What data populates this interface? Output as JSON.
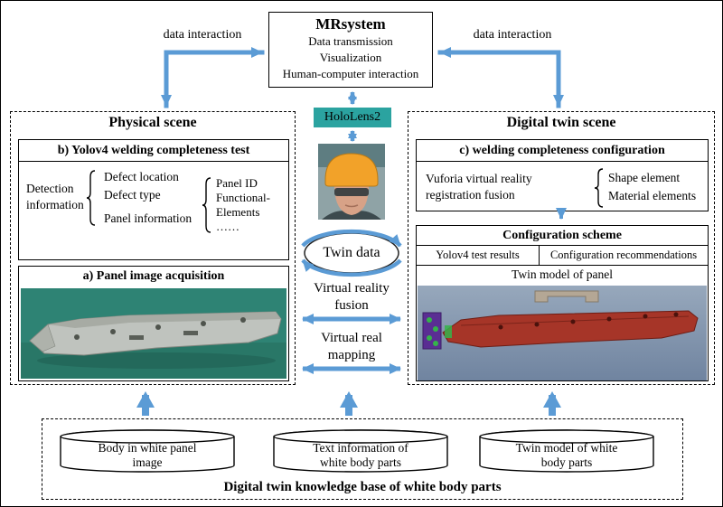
{
  "colors": {
    "accent": "#5B9BD5",
    "hololens-bg": "#2BA3A0",
    "photo-teal": "#2E8374",
    "model-red": "#A63528"
  },
  "mr_system": {
    "title": "MRsystem",
    "line1": "Data transmission",
    "line2": "Visualization",
    "line3": "Human-computer interaction"
  },
  "labels": {
    "data_interaction_left": "data interaction",
    "data_interaction_right": "data interaction",
    "hololens": "HoloLens2",
    "twin_data": "Twin data",
    "vr_fusion_1": "Virtual reality",
    "vr_fusion_2": "fusion",
    "vr_mapping_1": "Virtual real",
    "vr_mapping_2": "mapping"
  },
  "physical_scene": {
    "title": "Physical scene",
    "test_box": {
      "title": "b)  Yolov4 welding completeness test",
      "detect_1": "Detection",
      "detect_2": "information",
      "item_1": "Defect location",
      "item_2": "Defect type",
      "item_3": "Panel information",
      "sub_1": "Panel ID",
      "sub_2": "Functional-",
      "sub_3": "Elements",
      "sub_4": "……"
    },
    "acquisition_box": {
      "title": "a)  Panel image acquisition"
    }
  },
  "digital_scene": {
    "title": "Digital twin scene",
    "config_box": {
      "title": "c) welding completeness configuration",
      "left_1": "Vuforia virtual reality",
      "left_2": "registration fusion",
      "item_1": "Shape element",
      "item_2": "Material elements"
    },
    "scheme_box": {
      "title": "Configuration scheme",
      "col_1": "Yolov4 test results",
      "col_2": "Configuration recommendations",
      "model_label": "Twin model of panel"
    }
  },
  "knowledge_base": {
    "title": "Digital twin knowledge base of white body parts",
    "cyl_1a": "Body in white panel",
    "cyl_1b": "image",
    "cyl_2a": "Text information of",
    "cyl_2b": "white body parts",
    "cyl_3a": "Twin model of white",
    "cyl_3b": "body parts"
  }
}
